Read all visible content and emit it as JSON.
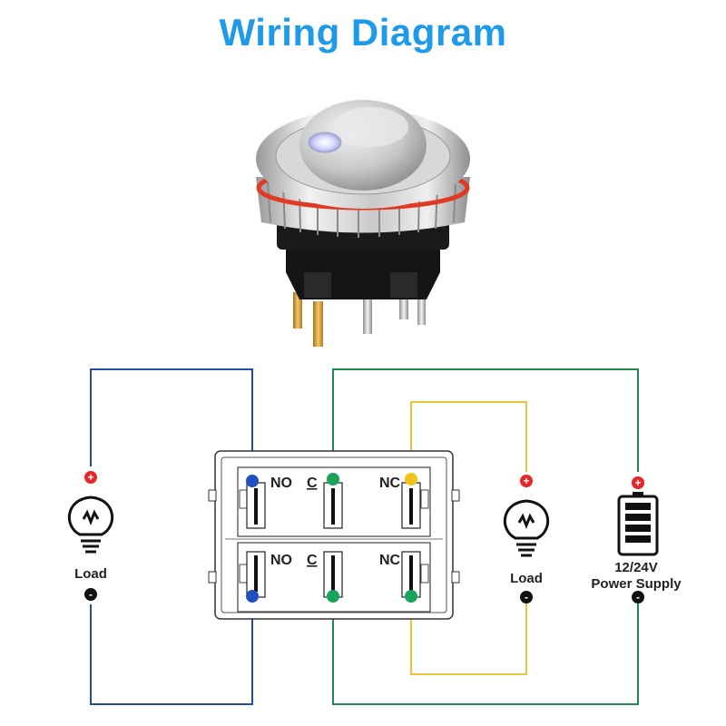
{
  "title": "Wiring Diagram",
  "colors": {
    "title": "#1e9be8",
    "wire_blue": "#1f4fa8",
    "wire_green": "#1e8c50",
    "wire_yellow": "#e7c63a",
    "terminal_blue": "#1f4fc0",
    "terminal_green": "#1aa35a",
    "terminal_yellow": "#f2c41b",
    "plus_red": "#e8262a",
    "minus_black": "#111111",
    "led_ring_red": "#e03a24"
  },
  "terminals": {
    "top_row": {
      "no": "NO",
      "c": "C",
      "nc": "NC"
    },
    "bottom_row": {
      "no": "NO",
      "c": "C",
      "nc": "NC"
    }
  },
  "left_load": {
    "label": "Load",
    "plus": "+",
    "minus": "-",
    "icon": "light-bulb-icon"
  },
  "right_load": {
    "label": "Load",
    "plus": "+",
    "minus": "-",
    "icon": "light-bulb-icon"
  },
  "power_supply": {
    "label_line1": "12/24V",
    "label_line2": "Power Supply",
    "plus": "+",
    "minus": "-",
    "icon": "battery-icon"
  }
}
